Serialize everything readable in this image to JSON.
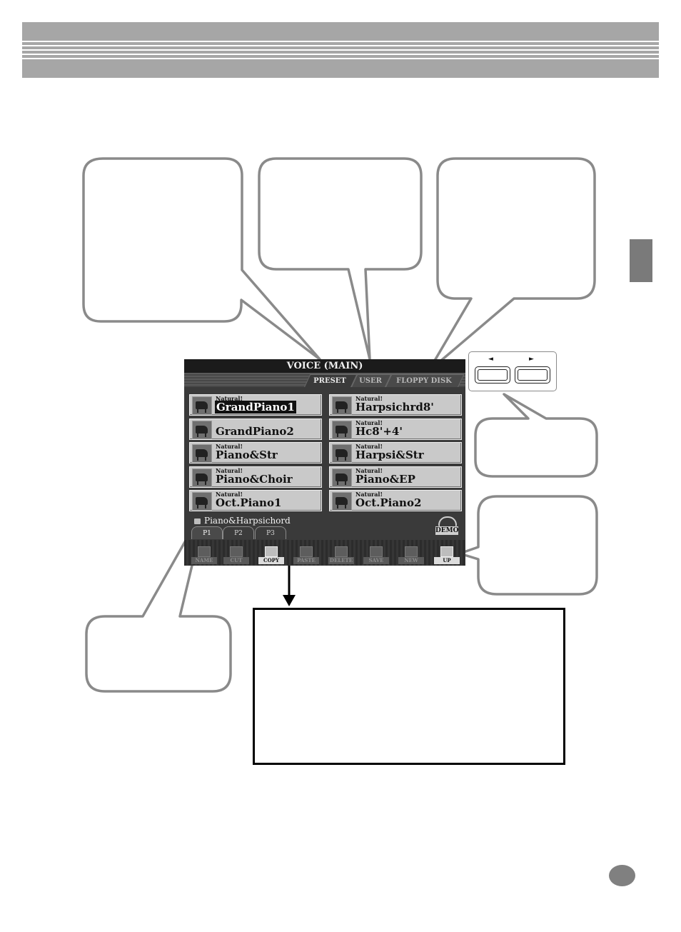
{
  "screen": {
    "title": "VOICE (MAIN)",
    "tabs": [
      "PRESET",
      "USER",
      "FLOPPY DISK"
    ],
    "voices_left": [
      {
        "tag": "Natural!",
        "name": "GrandPiano1",
        "selected": true
      },
      {
        "tag": "",
        "name": "GrandPiano2",
        "selected": false
      },
      {
        "tag": "Natural!",
        "name": "Piano&Str",
        "selected": false
      },
      {
        "tag": "Natural!",
        "name": "Piano&Choir",
        "selected": false
      },
      {
        "tag": "Natural!",
        "name": "Oct.Piano1",
        "selected": false
      }
    ],
    "voices_right": [
      {
        "tag": "Natural!",
        "name": "Harpsichrd8'",
        "selected": false
      },
      {
        "tag": "Natural!",
        "name": "Hc8'+4'",
        "selected": false
      },
      {
        "tag": "Natural!",
        "name": "Harpsi&Str",
        "selected": false
      },
      {
        "tag": "Natural!",
        "name": "Piano&EP",
        "selected": false
      },
      {
        "tag": "Natural!",
        "name": "Oct.Piano2",
        "selected": false
      }
    ],
    "folder_path": "Piano&Harpsichord",
    "pages": [
      "P1",
      "P2",
      "P3"
    ],
    "demo_label": "DEMO",
    "functions": [
      "NAME",
      "CUT",
      "COPY",
      "PASTE",
      "DELETE",
      "SAVE",
      "NEW",
      "UP"
    ],
    "active_functions": [
      "COPY",
      "UP"
    ]
  },
  "arrow_buttons": {
    "left_symbol": "◄",
    "right_symbol": "►"
  },
  "colors": {
    "header": "#a6a6a6",
    "screen_bg": "#3a3a3a",
    "voice_button": "#c9c9c9",
    "callout_stroke": "#8a8a8a"
  },
  "icons": {
    "voice": "piano-icon",
    "folder": "folder-icon",
    "demo": "trumpet-icon",
    "up": "folder-up-icon"
  }
}
